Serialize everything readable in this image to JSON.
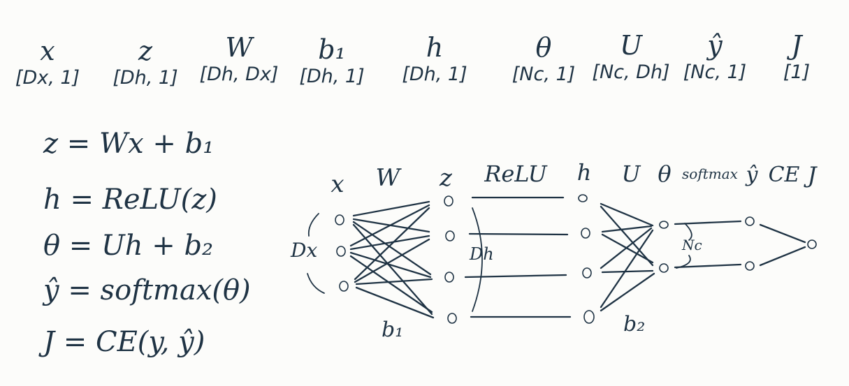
{
  "variables": [
    {
      "symbol": "x",
      "shape": "[Dx, 1]"
    },
    {
      "symbol": "z",
      "shape": "[Dh, 1]"
    },
    {
      "symbol": "W",
      "shape": "[Dh, Dx]"
    },
    {
      "symbol": "b₁",
      "shape": "[Dh, 1]"
    },
    {
      "symbol": "h",
      "shape": "[Dh, 1]"
    },
    {
      "symbol": "θ",
      "shape": "[Nc, 1]"
    },
    {
      "symbol": "U",
      "shape": "[Nc, Dh]"
    },
    {
      "symbol": "ŷ",
      "shape": "[Nc, 1]"
    },
    {
      "symbol": "J",
      "shape": "[1]"
    }
  ],
  "equations": [
    "z = Wx + b₁",
    "h = ReLU(z)",
    "θ = Uh + b₂",
    "ŷ = softmax(θ)",
    "J = CE(y, ŷ)"
  ],
  "network": {
    "header": {
      "x": "x",
      "W": "W",
      "z": "z",
      "relu": "ReLU",
      "h": "h",
      "U": "U",
      "theta": "θ",
      "softmax": "softmax",
      "yhat": "ŷ",
      "ce": "CE",
      "J": "J"
    },
    "labels": {
      "dx": "Dx",
      "dh": "Dh",
      "nc": "Nc",
      "b1": "b₁",
      "b2": "b₂"
    }
  }
}
